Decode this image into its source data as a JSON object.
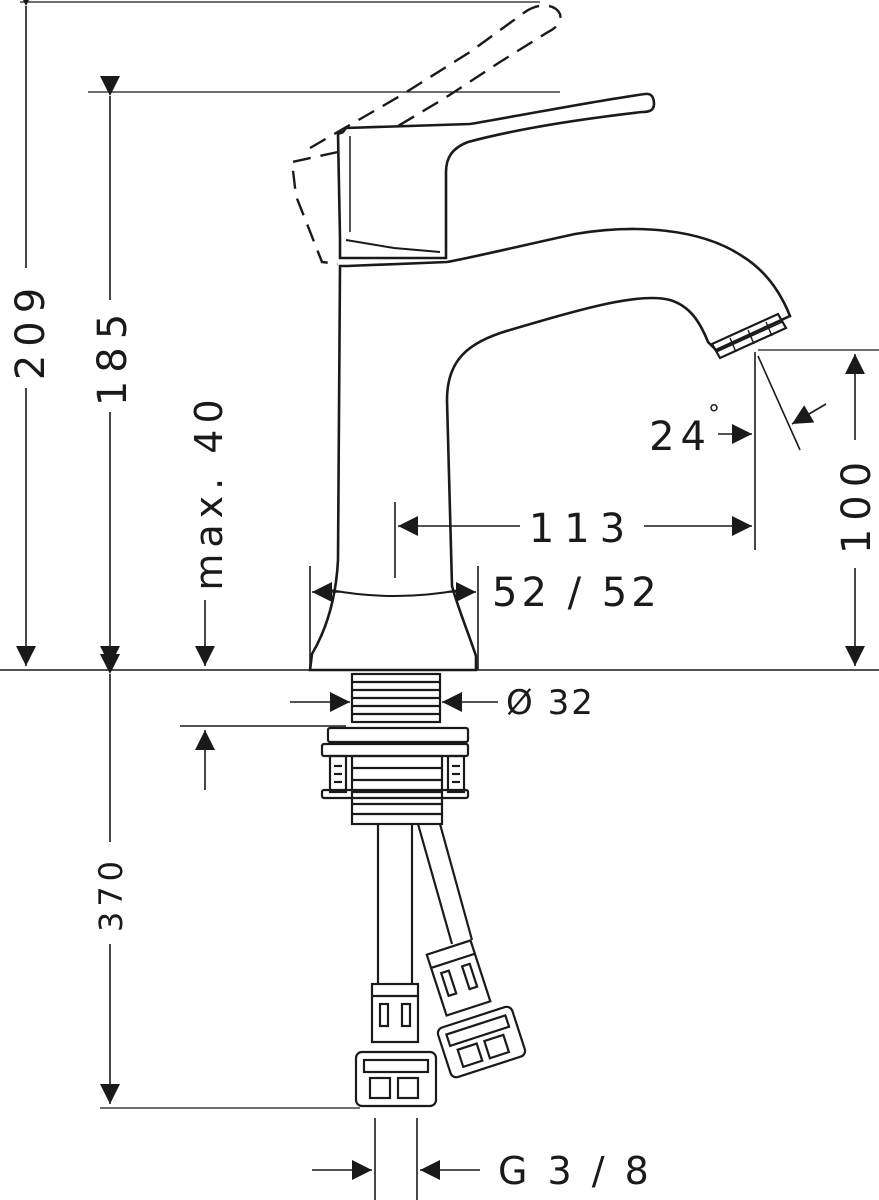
{
  "dimensions": {
    "total_height": "209",
    "spout_height": "185",
    "max_thickness": "max. 40",
    "aerator_height": "100",
    "angle": "24",
    "angle_unit": "°",
    "projection": "113",
    "base_diameter": "52 / 52",
    "hole_diameter": "Ø 32",
    "hose_length": "370",
    "connection": "G 3 / 8"
  },
  "colors": {
    "line": "#1a1a1a",
    "background": "#ffffff"
  }
}
